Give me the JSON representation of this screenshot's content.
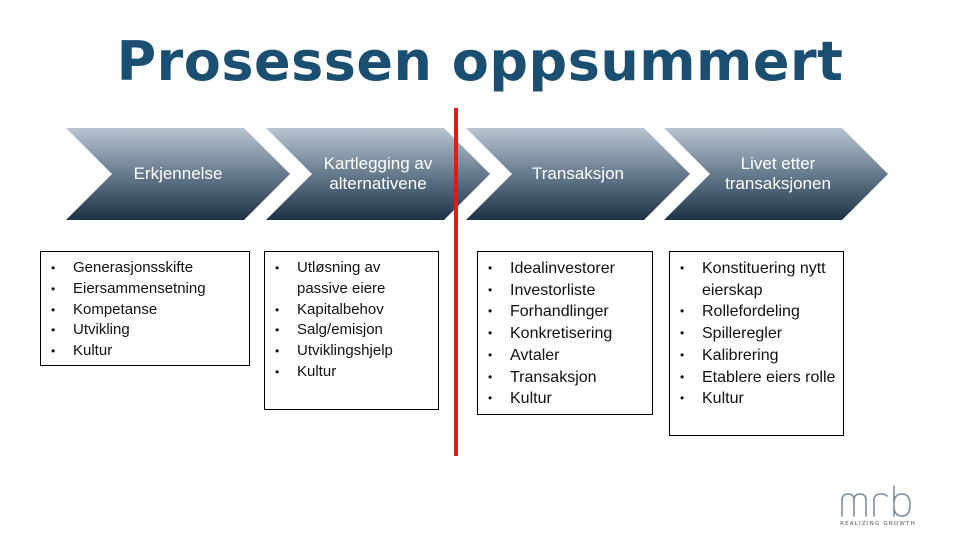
{
  "slide": {
    "title": "Prosessen oppsummert",
    "arrows": [
      {
        "label": "Erkjennelse"
      },
      {
        "label": "Kartlegging av alternativene"
      },
      {
        "label": "Transaksjon"
      },
      {
        "label": "Livet etter transaksjonen"
      }
    ],
    "lists": [
      {
        "items": [
          "Generasjonsskifte",
          "Eiersammensetning",
          "Kompetanse",
          "Utvikling",
          "Kultur"
        ]
      },
      {
        "items": [
          "Utløsning av passive eiere",
          "Kapitalbehov",
          "Salg/emisjon",
          "Utviklingshjelp",
          "Kultur"
        ]
      },
      {
        "items": [
          "Idealinvestorer",
          "Investorliste",
          "Forhandlinger",
          "Konkretisering",
          "Avtaler",
          "Transaksjon",
          "Kultur"
        ]
      },
      {
        "items": [
          "Konstituering nytt eierskap",
          "Rollefordeling",
          "Spilleregler",
          "Kalibrering",
          "Etablere eiers rolle",
          "Kultur"
        ]
      }
    ],
    "bullet_char": "•",
    "logo": {
      "mark": "mrb",
      "tagline": "REALIZING GROWTH"
    },
    "colors": {
      "title": "#1b4f72",
      "arrow_top": "#b8c4d0",
      "arrow_bottom": "#1e3346",
      "divider": "#e01b1b"
    }
  }
}
